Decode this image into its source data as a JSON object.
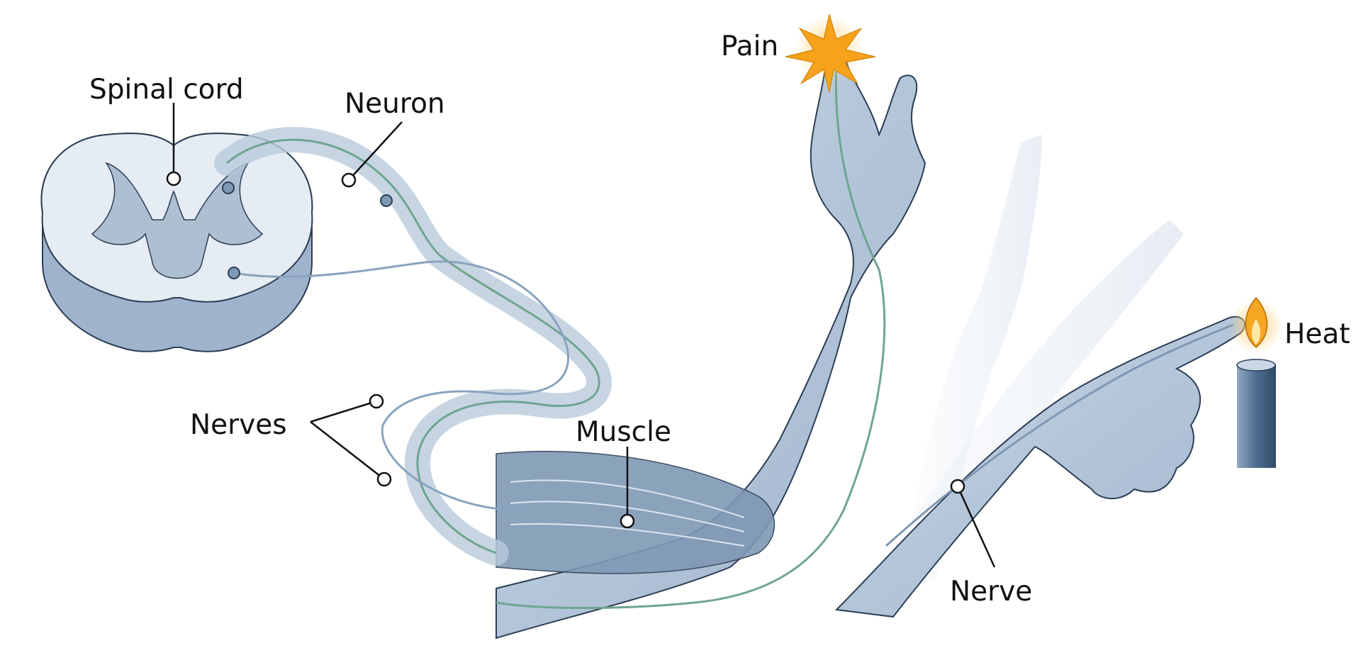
{
  "labels": {
    "spinal_cord": "Spinal cord",
    "neuron": "Neuron",
    "nerves": "Nerves",
    "muscle": "Muscle",
    "pain": "Pain",
    "heat": "Heat",
    "nerve": "Nerve"
  },
  "colors": {
    "skin": "#b9cadc",
    "skin_dark": "#7f98b4",
    "outline": "#2c3e55",
    "nerve_green": "#6fa590",
    "nerve_blue": "#8aa3bf",
    "gray_matter": "#aebfd2",
    "white_matter": "#e6ecf3",
    "flame": "#f6a623",
    "pain_star": "#f7a21b",
    "candle": "#4d6c8e"
  },
  "icons": [
    "spinal-cord-section",
    "arm-illustration",
    "candle-flame-icon",
    "pain-burst-icon"
  ]
}
